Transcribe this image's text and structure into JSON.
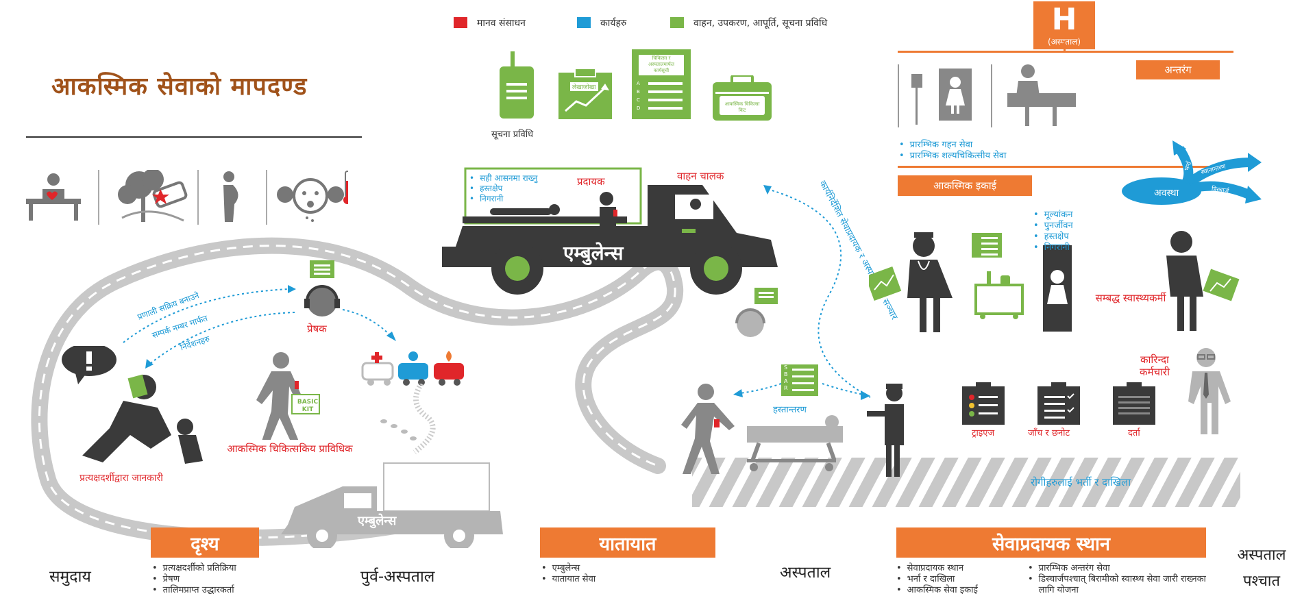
{
  "title": "आकस्मिक सेवाको मापदण्ड",
  "legend": {
    "items": [
      {
        "label": "मानव संसाधन",
        "color": "#e0262a"
      },
      {
        "label": "कार्यहरु",
        "color": "#1f9bd6"
      },
      {
        "label": "वाहन, उपकरण, आपूर्ति, सूचना प्रविधि",
        "color": "#7ab648"
      }
    ]
  },
  "colors": {
    "orange": "#ee7a33",
    "green": "#7ab648",
    "dark": "#3a3a3a",
    "gray": "#b4b4b4",
    "blue": "#1f9bd6"
  },
  "equipment": {
    "it_label": "सूचना प्रविधि",
    "chart_label": "लेखाजोखा",
    "checklist_header": "चिकित्सा र अस्पतालमार्फत कार्यसूची",
    "checklist_letters": [
      "A",
      "B",
      "C",
      "D"
    ],
    "kit_label": "आकस्मिक चिकित्सा किट"
  },
  "hospital": {
    "h_letter": "H",
    "h_caption": "(अस्पताल)",
    "inpatient": "अन्तरंग",
    "care_list": [
      "प्रारम्भिक गहन सेवा",
      "प्रारम्भिक शल्यचिकित्सीय सेवा"
    ],
    "emergency_unit": "आकस्मिक इकाई",
    "state": "अवस्था",
    "arrows": [
      "भर्ना",
      "स्थानान्तरण",
      "डिस्चार्ज"
    ]
  },
  "ambulance": {
    "label": "एम्बुलेन्स",
    "provider": "प्रदायक",
    "driver": "वाहन चालक",
    "tasks": [
      "सही आसनमा राख्नु",
      "हस्तक्षेप",
      "निगरानी"
    ]
  },
  "dispatch": {
    "arrows": [
      "प्रणाली सक्रिय बनाउने",
      "सम्पर्क नम्बर मार्फत",
      "निर्देशनहरु"
    ],
    "dispatcher": "प्रेषक",
    "witness_label": "प्रत्यक्षदर्शीद्वारा जानकारी",
    "technician_label": "आकस्मिक चिकित्सकिय प्राविधिक",
    "kit": "BASIC KIT"
  },
  "comms": {
    "hospital_link": "कार्यनिर्देशित सेवाप्रदायक र अस्पतालबीच सञ्चार",
    "handover": "हस्तान्तरण",
    "sbar": [
      "S",
      "B",
      "A",
      "R"
    ]
  },
  "staff": {
    "assessment": [
      "मूल्यांकन",
      "पुनर्जीवन",
      "हस्तक्षेप",
      "निगरानी"
    ],
    "related_health": "सम्बद्ध स्वास्थ्यकर्मी",
    "clerical": "कारिन्दा कर्मचारी",
    "boards": [
      "ट्राइएज",
      "जाँच र छनोट",
      "दर्ता"
    ],
    "admission": "रोगीहरुलाई भर्ती र दाखिला"
  },
  "sections": {
    "scene": {
      "banner": "दृश्य",
      "items": [
        "प्रत्यक्षदर्शीको प्रतिक्रिया",
        "प्रेषण",
        "तालिमप्राप्त उद्धारकर्ता"
      ]
    },
    "transport": {
      "banner": "यातायात",
      "items": [
        "एम्बुलेन्स",
        "यातायात सेवा"
      ]
    },
    "facility": {
      "banner": "सेवाप्रदायक स्थान",
      "items_left": [
        "सेवाप्रदायक स्थान",
        "भर्ना र दाखिला",
        "आकस्मिक सेवा इकाई"
      ],
      "items_right": [
        "प्रारम्भिक अन्तरंग सेवा",
        "डिस्चार्जपश्चात् बिरामीको स्वास्थ्य सेवा जारी राख्नका लागि योजना"
      ]
    }
  },
  "phases": {
    "community": "समुदाय",
    "prehospital": "पुर्व-अस्पताल",
    "hospital": "अस्पताल",
    "posthospital": "अस्पताल पश्चात"
  }
}
